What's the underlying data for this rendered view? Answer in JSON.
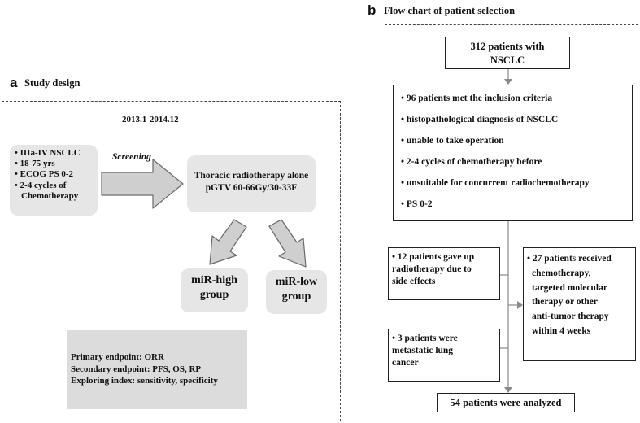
{
  "panel_a": {
    "letter": "a",
    "title": "Study design",
    "period": "2013.1-2014.12",
    "criteria": [
      "IIIa-IV NSCLC",
      "18-75 yrs",
      "ECOG PS 0-2",
      "2-4 cycles of",
      "Chemotherapy"
    ],
    "screening_label": "Screening",
    "treatment": [
      "Thoracic radiotherapy alone",
      "pGTV 60-66Gy/30-33F"
    ],
    "group_high": [
      "miR-high",
      "group"
    ],
    "group_low": [
      "miR-low",
      "group"
    ],
    "endpoints": [
      "Primary endpoint: ORR",
      "Secondary endpoint: PFS, OS, RP",
      "Exploring index: sensitivity, specificity"
    ]
  },
  "panel_b": {
    "letter": "b",
    "title": "Flow chart of patient selection",
    "start": [
      "312 patients with",
      "NSCLC"
    ],
    "inclusion": [
      "• 96 patients met the inclusion criteria",
      "• histopathological diagnosis of NSCLC",
      "• unable to take operation",
      "• 2-4 cycles of chemotherapy before",
      "• unsuitable for concurrent radiochemotherapy",
      "• PS 0-2"
    ],
    "excluded_1": [
      "• 12 patients gave up",
      "radiotherapy due to",
      "side effects"
    ],
    "excluded_2": [
      "• 3 patients were",
      "metastatic lung",
      "cancer"
    ],
    "excluded_3": [
      "• 27 patients received",
      "chemotherapy,",
      "targeted molecular",
      "therapy or other",
      "anti-tumor therapy",
      "within 4 weeks"
    ],
    "final": "54 patients were analyzed"
  },
  "colors": {
    "box_grey": "#e6e6e6",
    "arrow_grey": "#c8c8c8",
    "line": "#8a8a8a"
  }
}
